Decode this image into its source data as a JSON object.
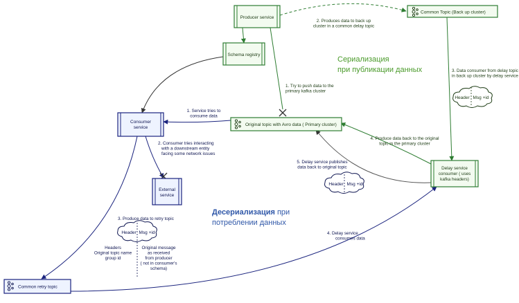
{
  "colors": {
    "green_stroke": "#2e7d32",
    "green_fill": "#f3fbf0",
    "blue_stroke": "#1a237e",
    "blue_fill": "#eef3ff",
    "dark_arrow": "#333333",
    "green_text": "#4a9a2a",
    "blue_text": "#2f57a8"
  },
  "nodes": {
    "producer": "Producer service",
    "schema_registry": "Schema registry",
    "common_topic": "Common Topic (Back up cluster)",
    "original_topic": "Original topic with Avro data ( Primary cluster)",
    "consumer": [
      "Consumer",
      "service"
    ],
    "external": [
      "External",
      "service"
    ],
    "delay": [
      "Delay service",
      "consumer ( uses",
      "kafka headers)"
    ],
    "retry_topic": "Common retry topic"
  },
  "steps": {
    "produce_backup": [
      "2. Produces data to  back up",
      "cluster in a common delay topic"
    ],
    "try_push": [
      "1. Try to push data to the",
      "primary kafka cluster"
    ],
    "consume_delay": [
      "3. Data consumer from delay topic",
      "in back up cluster by delay service"
    ],
    "service_tries": [
      "1. Service tries to",
      "consume data"
    ],
    "consumer_interacting": [
      "2. Consumer tries interacting",
      "with a downstream entity",
      "facing some network issues"
    ],
    "produce_back": [
      "4. Produce data back to the original",
      "topic in the primary cluster"
    ],
    "delay_publishes": [
      "5. Delay service publishes",
      "data back to original topic"
    ],
    "produce_retry": "3. Produce data to retry topic",
    "delay_consumes": [
      "4. Delay service",
      "consumes data"
    ]
  },
  "clouds": {
    "header": "Header",
    "msg": "Msg +id"
  },
  "notes": {
    "headers": [
      "Headers",
      "Original topic name",
      "group id"
    ],
    "original_message": [
      "Original message",
      "as received",
      "from producer",
      "( not in consumer's",
      "schema)"
    ]
  },
  "titles": {
    "serialization": [
      "Сериализация",
      "при публикации данных"
    ],
    "deserialization_bold": "Десериализация",
    "deserialization_rest": " при",
    "deserialization_line2": "потреблении данных"
  }
}
